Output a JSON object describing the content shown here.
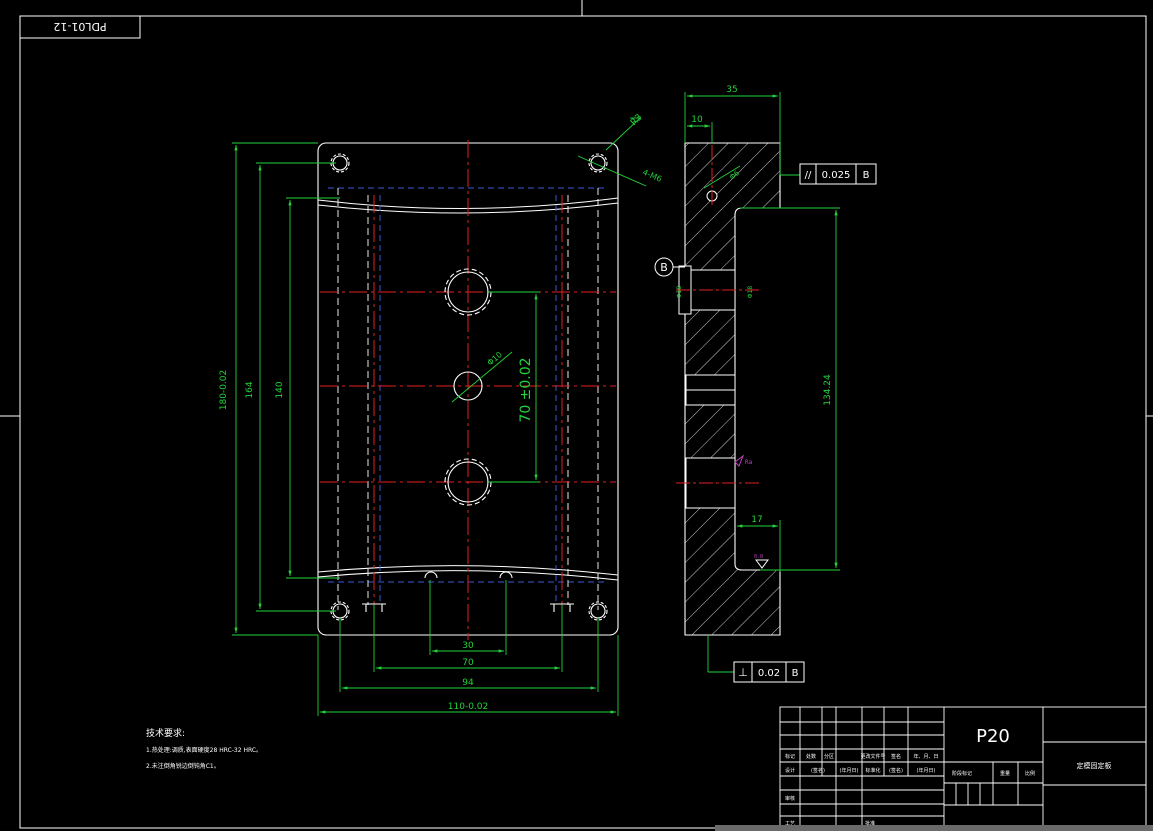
{
  "drawing": {
    "code_box": "PDL01-12",
    "front_view": {
      "dim_total_height": "180-0.02",
      "dim_164": "164",
      "dim_140": "140",
      "dim_70": "70 ±0.02",
      "dim_30": "30",
      "dim_70b": "70",
      "dim_94": "94",
      "dim_110": "110-0.02",
      "label_r3": "R3",
      "label_m6": "4-M6",
      "label_phi10": "Φ10"
    },
    "side_view": {
      "dim_35": "35",
      "dim_10": "10",
      "dim_134": "134.24",
      "dim_17": "17",
      "label_phi6": "Φ6",
      "label_phi18a": "Φ18",
      "label_phi18b": "Φ18",
      "datum_b": "B",
      "label_ra": "Ra",
      "label_ra2": "0.8"
    },
    "fcf_parallel": {
      "symbol": "//",
      "value": "0.025",
      "datum": "B"
    },
    "fcf_perp": {
      "symbol": "⊥",
      "value": "0.02",
      "datum": "B"
    },
    "notes": {
      "title": "技术要求:",
      "line1": "1.热处理:调质,表面硬度28 HRC-32 HRC。",
      "line2": "2.未注倒角锐边倒钝角C1。"
    },
    "title_block": {
      "material": "P20",
      "part_name": "定模固定板",
      "r1": [
        "标记",
        "处数",
        "分区",
        "更改文件号",
        "签名",
        "年、月、日"
      ],
      "r2": [
        "设计",
        "(签名)",
        "(年月日)",
        "标准化",
        "(签名)",
        "(年月日)"
      ],
      "stage": [
        "阶段标记",
        "重量",
        "比例"
      ],
      "r3": [
        "审核"
      ],
      "r4": [
        "工艺",
        "批准"
      ]
    }
  }
}
